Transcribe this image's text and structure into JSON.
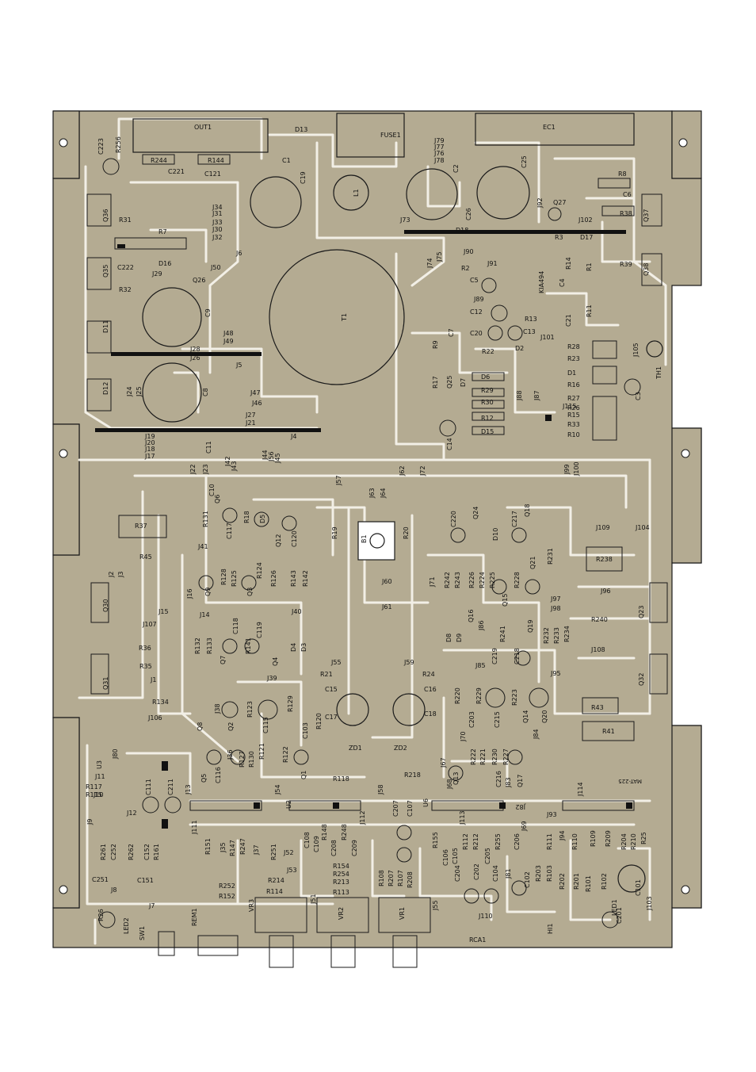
{
  "colors": {
    "board": "#b4ab92",
    "trace": "#f2efe6",
    "edge": "#1a1a1a",
    "pad": "#111111"
  },
  "labels": {
    "out1": "OUT1",
    "d13": "D13",
    "fuse1": "FUSE1",
    "ec1": "EC1",
    "c223": "C223",
    "r256": "R256",
    "r244": "R244",
    "r144": "R144",
    "c221": "C221",
    "c121": "C121",
    "c1": "C1",
    "c19": "C19",
    "l1": "L1",
    "c2": "C2",
    "c25": "C25",
    "c26": "C26",
    "j79": "J79",
    "j77": "J77",
    "j76": "J76",
    "j78": "J78",
    "r8": "R8",
    "c6": "C6",
    "r38": "R38",
    "q27": "Q27",
    "j92": "J92",
    "j102": "J102",
    "q37": "Q37",
    "q36": "Q36",
    "r31": "R31",
    "r7": "R7",
    "j34": "J34",
    "j31": "J31",
    "j33": "J33",
    "j30": "J30",
    "j32": "J32",
    "j6": "J6",
    "j73": "J73",
    "d18": "D18",
    "r3": "R3",
    "d17": "D17",
    "q35": "Q35",
    "c222": "C222",
    "d16": "D16",
    "j29": "J29",
    "r32": "R32",
    "q26": "Q26",
    "j50": "J50",
    "j74": "J74",
    "j75": "J75",
    "j90": "J90",
    "r2": "R2",
    "j91": "J91",
    "kia494": "KIA494",
    "r14": "R14",
    "r1": "R1",
    "q38": "Q38",
    "r39": "R39",
    "c5": "C5",
    "c4": "C4",
    "c9": "C9",
    "t1": "T1",
    "j89": "J89",
    "c12": "C12",
    "r13": "R13",
    "c13": "C13",
    "c21": "C21",
    "r11": "R11",
    "d11": "D11",
    "j48": "J48",
    "j49": "J49",
    "c7": "C7",
    "r9": "R9",
    "c20": "C20",
    "d2": "D2",
    "j101": "J101",
    "r22": "R22",
    "r28": "R28",
    "r23": "R23",
    "j105": "J105",
    "th1": "TH1",
    "j28": "J28",
    "j26": "J26",
    "j5": "J5",
    "d6": "D6",
    "d1": "D1",
    "r16": "R16",
    "r29": "R29",
    "r17": "R17",
    "q25": "Q25",
    "d7": "D7",
    "d12": "D12",
    "j24": "J24",
    "j25": "J25",
    "c8": "C8",
    "j47": "J47",
    "j46": "J46",
    "j27": "J27",
    "j21": "J21",
    "r30": "R30",
    "j88": "J88",
    "j87": "J87",
    "r27": "R27",
    "r26_a": "R26",
    "c3": "C3",
    "j115": "J115",
    "r12": "R12",
    "r15": "R15",
    "r33": "R33",
    "d15": "D15",
    "r10": "R10",
    "c14": "C14",
    "j4": "J4",
    "j19": "J19",
    "j20": "J20",
    "j18": "J18",
    "j17": "J17",
    "j22": "J22",
    "c11": "C11",
    "j23": "J23",
    "j43": "J43",
    "j42": "J42",
    "j44": "J44",
    "j56": "J56",
    "j45": "J45",
    "j57": "J57",
    "j62": "J62",
    "j72": "J72",
    "j99": "J99",
    "j100": "J100",
    "c10": "C10",
    "q6": "Q6",
    "j63": "J63",
    "j64": "J64",
    "r37": "R37",
    "r131": "R131",
    "r18": "R18",
    "d5": "D5",
    "b1": "B1",
    "r19": "R19",
    "r20": "R20",
    "c220": "C220",
    "q24": "Q24",
    "c217": "C217",
    "q18": "Q18",
    "j109": "J109",
    "j104": "J104",
    "c117": "C117",
    "q12": "Q12",
    "c120": "C120",
    "d10": "D10",
    "j41": "J41",
    "r45": "R45",
    "r238": "R238",
    "j2": "J2",
    "j3": "J3",
    "r128": "R128",
    "r125": "R125",
    "r124": "R124",
    "r126": "R126",
    "r143": "R143",
    "r142": "R142",
    "j60": "J60",
    "j71": "J71",
    "r242": "R242",
    "r243": "R243",
    "r226": "R226",
    "r224": "R224",
    "r225": "R225",
    "r228": "R228",
    "q21": "Q21",
    "r231": "R231",
    "q9": "Q9",
    "q3": "Q3",
    "j16": "J16",
    "q15": "Q15",
    "j97": "J97",
    "j96": "J96",
    "q30": "Q30",
    "j15": "J15",
    "j14": "J14",
    "j40": "J40",
    "j61": "J61",
    "j98": "J98",
    "q23": "Q23",
    "j107": "J107",
    "c118": "C118",
    "c119": "C119",
    "q16": "Q16",
    "j86": "J86",
    "r240": "R240",
    "d8": "D8",
    "d9": "D9",
    "r241": "R241",
    "q19": "Q19",
    "r232": "R232",
    "r233": "R233",
    "r234": "R234",
    "r36": "R36",
    "r132": "R132",
    "r133": "R133",
    "r141": "R141",
    "d4": "D4",
    "d3": "D3",
    "q7": "Q7",
    "q4": "Q4",
    "c219": "C219",
    "c218": "C218",
    "j85": "J85",
    "j108": "J108",
    "r35": "R35",
    "j55": "J55",
    "j59": "J59",
    "r21": "R21",
    "r24": "R24",
    "j39": "J39",
    "j95": "J95",
    "j1": "J1",
    "q32": "Q32",
    "q31": "Q31",
    "c15": "C15",
    "c16": "C16",
    "r134": "R134",
    "j38": "J38",
    "r123": "R123",
    "r129": "R129",
    "r220": "R220",
    "r229": "R229",
    "r223": "R223",
    "r43": "R43",
    "c17": "C17",
    "c18": "C18",
    "j106": "J106",
    "q8": "Q8",
    "q2": "Q2",
    "c115": "C115",
    "r120": "R120",
    "c203": "C203",
    "c215": "C215",
    "q14": "Q14",
    "q20": "Q20",
    "r41": "R41",
    "c103": "C103",
    "zd1": "ZD1",
    "zd2": "ZD2",
    "j70": "J70",
    "j84": "J84",
    "j80": "J80",
    "j36": "J36",
    "r127": "R127",
    "r130": "R130",
    "r121": "R121",
    "r122": "R122",
    "r222": "R222",
    "r221": "R221",
    "r230": "R230",
    "r227": "R227",
    "u3": "U3",
    "j11": "J11",
    "q5": "Q5",
    "c116": "C116",
    "q1": "Q1",
    "j67": "J67",
    "q13": "Q13",
    "c216": "C216",
    "q17": "Q17",
    "j83": "J83",
    "r118": "R118",
    "r218": "R218",
    "r117": "R117",
    "r115": "R115",
    "j10": "J10",
    "c111": "C111",
    "c211": "C211",
    "j13": "J13",
    "j54": "J54",
    "j58": "J58",
    "j68": "J68",
    "j114": "J114",
    "model": "MAT-225",
    "j12": "J12",
    "u2": "U2",
    "c207": "C207",
    "c107": "C107",
    "u6": "U6",
    "j82": "J82",
    "j93": "J93",
    "j9": "J9",
    "j111": "J111",
    "j112": "J112",
    "j113": "J113",
    "j69": "J69",
    "r261": "R261",
    "c252": "C252",
    "r262": "R262",
    "c152": "C152",
    "r161": "R161",
    "r151": "R151",
    "j35": "J35",
    "r147": "R147",
    "r247": "R247",
    "j37": "J37",
    "r251": "R251",
    "c108": "C108",
    "c109": "C109",
    "r148": "R148",
    "r248": "R248",
    "c208": "C208",
    "c209": "C209",
    "r155": "R155",
    "r112": "R112",
    "r212": "R212",
    "r255": "R255",
    "c206": "C206",
    "r111": "R111",
    "j94": "J94",
    "r110": "R110",
    "r109": "R109",
    "r209": "R209",
    "r204": "R204",
    "r210": "R210",
    "r25": "R25",
    "j52": "J52",
    "c106": "C106",
    "c105": "C105",
    "c205": "C205",
    "c251": "C251",
    "j8": "J8",
    "c151": "C151",
    "j53": "J53",
    "r154": "R154",
    "r254": "R254",
    "c204": "C204",
    "c202": "C202",
    "c104": "C104",
    "j81": "J81",
    "r103": "R103",
    "r203": "R203",
    "r202": "R202",
    "r201": "R201",
    "r101": "R101",
    "r102": "R102",
    "c101": "C101",
    "r214": "R214",
    "r114": "R114",
    "r213": "R213",
    "r113": "R113",
    "r108": "R108",
    "r207": "R207",
    "r107": "R107",
    "r208": "R208",
    "c102": "C102",
    "j7": "J7",
    "r252": "R252",
    "r152": "R152",
    "vr3": "VR3",
    "j51": "J51",
    "j55b": "J55",
    "j110": "J110",
    "c201": "C201",
    "j103": "J103",
    "r26": "R26",
    "led2": "LED2",
    "sw1": "SW1",
    "rem1": "REM1",
    "vr2": "VR2",
    "vr1": "VR1",
    "rca1": "RCA1",
    "hi1": "HI1",
    "led1": "LED1"
  }
}
